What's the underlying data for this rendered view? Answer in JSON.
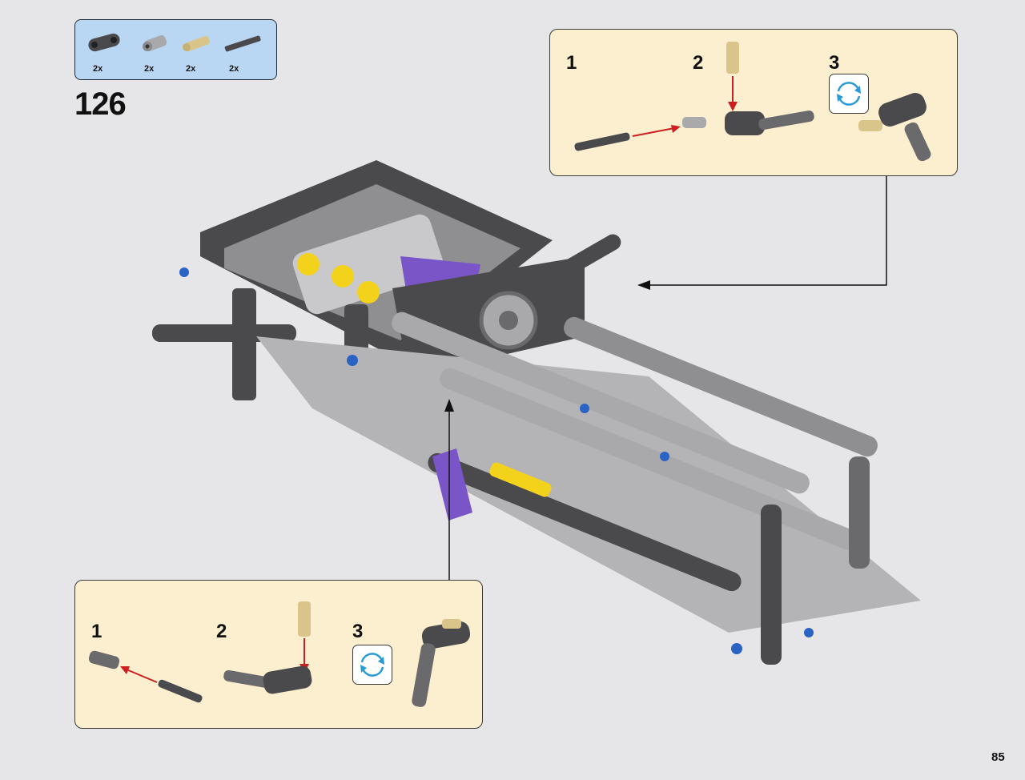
{
  "parts_list": {
    "items": [
      {
        "icon": "axle-connector-icon",
        "quantity": "2x"
      },
      {
        "icon": "bush-pin-icon",
        "quantity": "2x"
      },
      {
        "icon": "tan-axle-pin-icon",
        "quantity": "2x"
      },
      {
        "icon": "axle-icon",
        "quantity": "2x"
      }
    ]
  },
  "step": {
    "number": "126"
  },
  "callout_top": {
    "substeps": [
      {
        "number": "1"
      },
      {
        "number": "2"
      },
      {
        "number": "3"
      }
    ]
  },
  "callout_bottom": {
    "substeps": [
      {
        "number": "1"
      },
      {
        "number": "2"
      },
      {
        "number": "3"
      }
    ]
  },
  "page": {
    "number": "85"
  },
  "colors": {
    "parts_bg": "#b9d7f3",
    "callout_bg": "#fcefcf",
    "page_bg": "#e6e6e8",
    "arrow_red": "#cc1f1f",
    "rotate_blue": "#2a9ad6",
    "dark_gray": "#4a4a4c",
    "light_gray": "#a9a9ab",
    "tan": "#d9c58a",
    "purple": "#7a55c7",
    "yellow": "#f3d21c",
    "blue_pin": "#2a63c4"
  }
}
